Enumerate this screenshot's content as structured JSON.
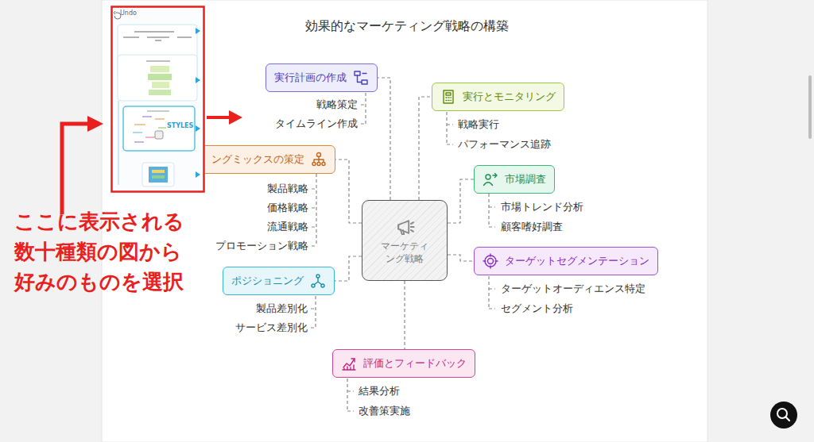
{
  "diagram": {
    "title": "効果的なマーケティング戦略の構築",
    "nodes": [
      {
        "text": [
          "マーケティング戦略"
        ]
      },
      {
        "text": [
          "実行計画の作成"
        ]
      },
      {
        "text": [
          "実行とモニタリング"
        ]
      },
      {
        "text": [
          "ングミックスの策定"
        ]
      },
      {
        "text": [
          "市場調査"
        ]
      },
      {
        "text": [
          "ポジショニング"
        ]
      },
      {
        "text": [
          "ターゲットセグメンテーション"
        ]
      },
      {
        "text": [
          "評価とフィードバック"
        ]
      }
    ],
    "edges": [
      {
        "from": 0,
        "to": 1,
        "arrow": "none"
      },
      {
        "from": 0,
        "to": 2,
        "arrow": "none"
      },
      {
        "from": 0,
        "to": 3,
        "arrow": "none"
      },
      {
        "from": 0,
        "to": 4,
        "arrow": "none"
      },
      {
        "from": 0,
        "to": 5,
        "arrow": "none"
      },
      {
        "from": 0,
        "to": 6,
        "arrow": "none"
      },
      {
        "from": 0,
        "to": 7,
        "arrow": "none"
      }
    ],
    "labels": [
      "Undo",
      "STYLES",
      "ここに表示される 数十種類の図から 好みのものを選択",
      "戦略策定",
      "タイムライン作成",
      "戦略実行",
      "パフォーマンス追跡",
      "製品戦略",
      "価格戦略",
      "流通戦略",
      "プロモーション戦略",
      "市場トレンド分析",
      "顧客嗜好調査",
      "製品差別化",
      "サービス差別化",
      "ターゲットオーディエンス特定",
      "セグメント分析",
      "結果分析",
      "改善策実施"
    ]
  }
}
